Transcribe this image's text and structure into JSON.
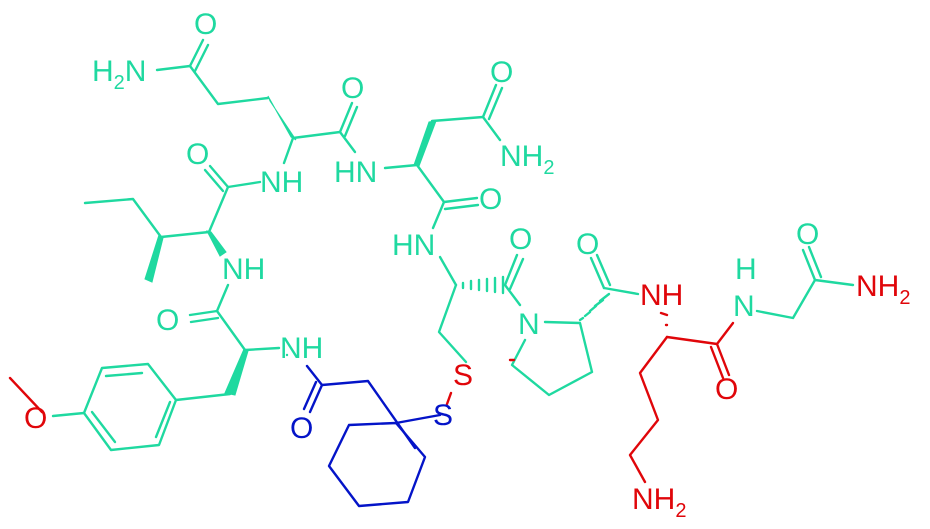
{
  "figure": {
    "type": "chemical-structure",
    "description": "Cyclic peptide (oxytocin/vasopressin analogue) with disulfide bridge, Pro-Orn-Gly-NH2 tail",
    "colors": {
      "peptide_backbone": "#1fd9a0",
      "modified_residues": "#e0060a",
      "mercaptoacyl_group": "#0414c8",
      "background": "#ffffff"
    }
  },
  "residues": [
    {
      "name": "O-methyl-Tyr",
      "color": "teal/red methoxy"
    },
    {
      "name": "Ile",
      "color": "teal"
    },
    {
      "name": "Gln",
      "color": "teal"
    },
    {
      "name": "Asn",
      "color": "teal"
    },
    {
      "name": "Cys",
      "color": "teal"
    },
    {
      "name": "Pro",
      "color": "teal"
    },
    {
      "name": "Orn",
      "color": "red"
    },
    {
      "name": "Gly-NH2",
      "color": "teal"
    },
    {
      "name": "1-mercaptocyclohexaneacetyl",
      "color": "blue"
    }
  ],
  "labels": {
    "gln_amide_n": "H",
    "gln_amide_n_sub": "2",
    "gln_amide_n_tail": "N",
    "gln_amide_o": "O",
    "gln_co_o": "O",
    "ile_co_o": "O",
    "nh_gln": "NH",
    "hn_asn": "HN",
    "asn_amide_o": "O",
    "asn_nh2": "NH",
    "asn_nh2_sub": "2",
    "asn_co_o": "O",
    "hn_cys": "HN",
    "nh_ile": "NH",
    "tyr_co_o": "O",
    "nh_tyr": "NH",
    "methoxy_o": "O",
    "acyl_o": "O",
    "s_cys": "S",
    "s_acyl": "S",
    "cys_co_o": "O",
    "pro_n": "N",
    "pro_co_o": "O",
    "nh_orn": "NH",
    "gly_h": "H",
    "gly_n": "N",
    "gly_co_o": "O",
    "gly_nh2": "NH",
    "gly_nh2_sub": "2",
    "orn_co_o": "O",
    "orn_nh2": "NH",
    "orn_nh2_sub": "2"
  }
}
